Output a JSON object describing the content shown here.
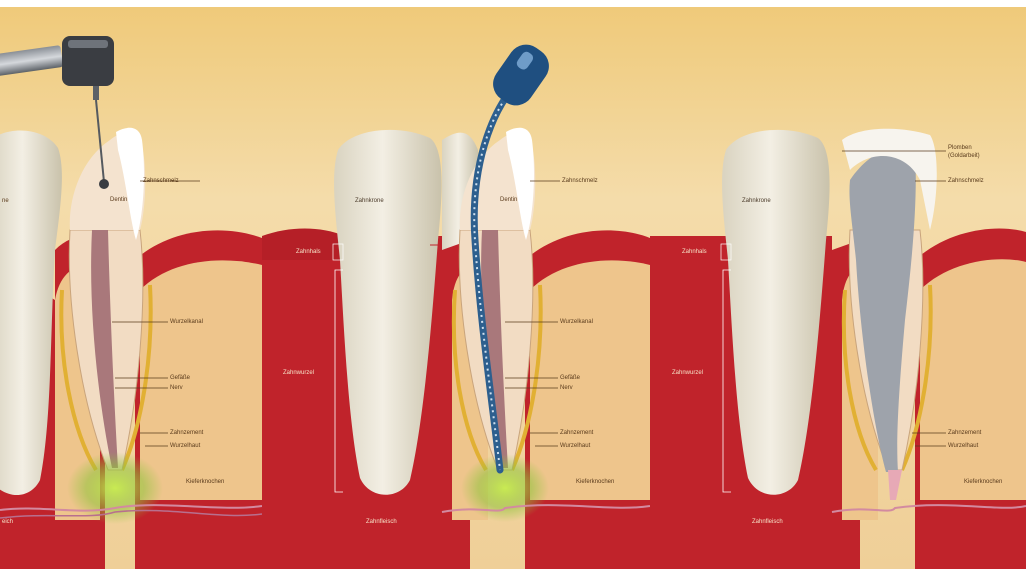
{
  "labels": {
    "enamel": "Zahnschmelz",
    "dentin": "Dentin",
    "crown": "Zahnkrone",
    "crown_partial": "ne",
    "gum_margin": "Zahnhals",
    "root": "Zahnwurzel",
    "root_canal": "Wurzelkanal",
    "vessels": "Gefäße",
    "nerve": "Nerv",
    "cementum": "Zahnzement",
    "root_membrane": "Wurzelhaut",
    "jaw_bone": "Kieferknochen",
    "root_tip": "Zahnfleisch",
    "root_tip_partial": "eich",
    "filling_line1": "Plomben",
    "filling_line2": "(Goldarbeit)"
  },
  "colors": {
    "background": "#f1d49b",
    "gum": "#c0232b",
    "tooth": "#efe9da",
    "bone": "#e8c48f",
    "cementum": "#e1b033",
    "pulp": "#a9787b",
    "instrument": "#2d5f8e",
    "infection": "#9fd03a",
    "filling": "#9ea3ab"
  }
}
